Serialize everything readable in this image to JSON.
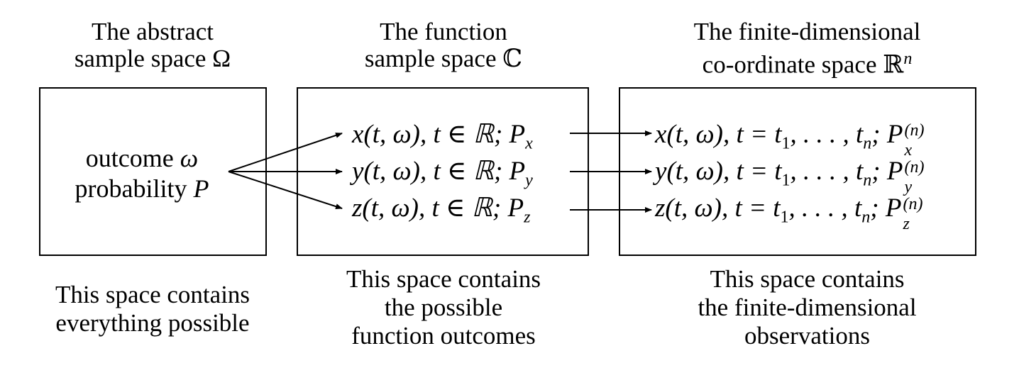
{
  "columns": [
    {
      "title": [
        "The abstract",
        "sample space Ω"
      ],
      "caption": [
        "This space contains",
        "everything possible"
      ],
      "box_lines": [
        "outcome ω",
        "probability P"
      ]
    },
    {
      "title": [
        "The function",
        "sample space ℂ"
      ],
      "caption": [
        "This space contains",
        "the possible",
        "function outcomes"
      ],
      "formulas": [
        {
          "var": "x",
          "prob": "x"
        },
        {
          "var": "y",
          "prob": "y"
        },
        {
          "var": "z",
          "prob": "z"
        }
      ]
    },
    {
      "title": [
        "The finite-dimensional",
        "co-ordinate space ℝ"
      ],
      "title_sup": "n",
      "caption": [
        "This space contains",
        "the finite-dimensional",
        "observations"
      ],
      "formulas": [
        {
          "var": "x",
          "prob": "x"
        },
        {
          "var": "y",
          "prob": "y"
        },
        {
          "var": "z",
          "prob": "z"
        }
      ]
    }
  ],
  "formula_parts": {
    "func_args": "(t, ω), t ∈ ℝ; P",
    "coord_args": "(t, ω), t = t",
    "coord_mid": ", . . . , t",
    "coord_end": "; P",
    "index_one": "1",
    "index_n": "n",
    "sup_n": "(n)"
  }
}
